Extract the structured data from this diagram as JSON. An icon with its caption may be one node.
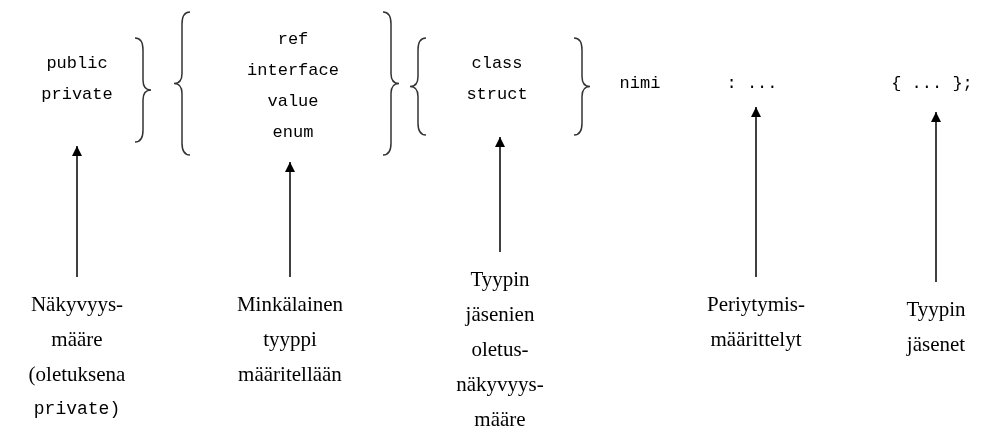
{
  "diagram": {
    "nodes": [
      {
        "text": [
          "public private"
        ]
      },
      {
        "text": [
          "ref interface value enum"
        ]
      },
      {
        "text": [
          "class struct"
        ]
      },
      {
        "text": [
          ": ..."
        ]
      },
      {
        "text": [
          "{ ... };"
        ]
      },
      {
        "text": [
          "Näkyvyys- määre (oletuksena",
          "private)"
        ]
      },
      {
        "text": [
          "Minkälainen tyyppi määritellään"
        ]
      },
      {
        "text": [
          "Tyypin jäsenien oletus- näkyvyys- määre"
        ]
      },
      {
        "text": [
          "Periytymis- määrittelyt"
        ]
      },
      {
        "text": [
          "Tyypin jäsenet"
        ]
      }
    ],
    "edges": [
      {
        "from": 5,
        "to": 0,
        "arrow": "to"
      },
      {
        "from": 6,
        "to": 1,
        "arrow": "to"
      },
      {
        "from": 7,
        "to": 2,
        "arrow": "to"
      },
      {
        "from": 8,
        "to": 3,
        "arrow": "to"
      },
      {
        "from": 9,
        "to": 4,
        "arrow": "to"
      }
    ],
    "labels": [
      "nimi"
    ]
  }
}
